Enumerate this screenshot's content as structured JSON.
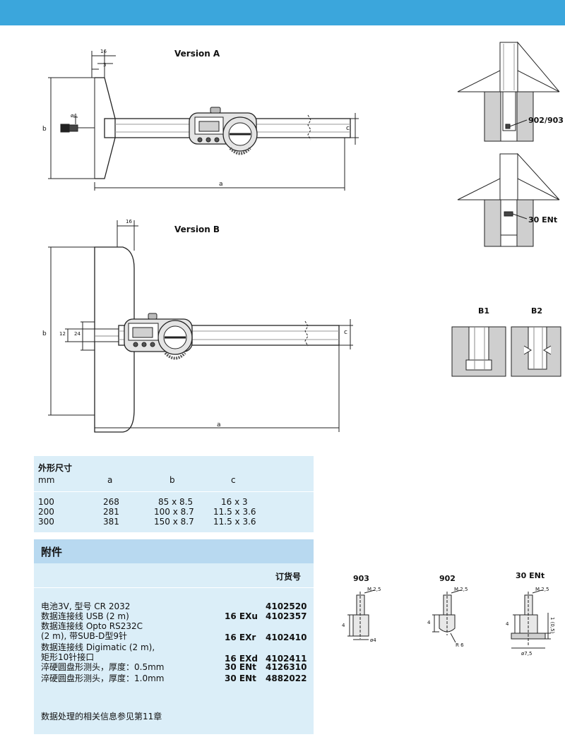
{
  "drawings": {
    "version_a": "Version A",
    "version_b": "Version B",
    "dims_a": {
      "d16": "16",
      "d3": "3",
      "b": "b",
      "phi4": "ø4",
      "a": "a",
      "c": "c"
    },
    "dims_b": {
      "d16": "16",
      "d12": "12",
      "d24": "24",
      "b": "b",
      "a": "a",
      "c": "c"
    },
    "right_labels": {
      "l1": "902/903",
      "l2": "30 ENt",
      "b1": "B1",
      "b2": "B2"
    },
    "probes": [
      {
        "name": "903",
        "thread": "M 2,5",
        "h": "4",
        "d": "ø4"
      },
      {
        "name": "902",
        "thread": "M 2,5",
        "h": "4",
        "r": "R 6"
      },
      {
        "name": "30 ENt",
        "thread": "M 2,5",
        "h": "4",
        "t": "1 (0,5)",
        "d": "ø7,5"
      }
    ]
  },
  "dimensions": {
    "title": "外形尺寸",
    "headers": [
      "mm",
      "a",
      "b",
      "c"
    ],
    "rows": [
      [
        "100",
        "268",
        "85 x 8.5",
        "16 x 3"
      ],
      [
        "200",
        "281",
        "100 x 8.7",
        "11.5 x 3.6"
      ],
      [
        "300",
        "381",
        "150 x 8.7",
        "11.5 x 3.6"
      ]
    ]
  },
  "accessories": {
    "title": "附件",
    "order_header": "订货号",
    "items": [
      {
        "desc": "电池3V, 型号 CR 2032",
        "code": "",
        "order": "4102520"
      },
      {
        "desc": "数据连接线 USB (2 m)",
        "code": "16 EXu",
        "order": "4102357"
      },
      {
        "desc": "数据连接线 Opto RS232C",
        "code": "",
        "order": ""
      },
      {
        "desc": "(2 m), 带SUB-D型9针",
        "code": "16 EXr",
        "order": "4102410"
      },
      {
        "desc": "数据连接线 Digimatic (2 m),",
        "code": "",
        "order": ""
      },
      {
        "desc": "矩形10针接口",
        "code": "16 EXd",
        "order": "4102411"
      },
      {
        "desc": "淬硬圆盘形测头，厚度：0.5mm",
        "code": "30 ENt",
        "order": "4126310"
      },
      {
        "desc": "淬硬圆盘形测头，厚度：1.0mm",
        "code": "30 ENt",
        "order": "4882022"
      }
    ],
    "note": "数据处理的相关信息参见第11章"
  }
}
